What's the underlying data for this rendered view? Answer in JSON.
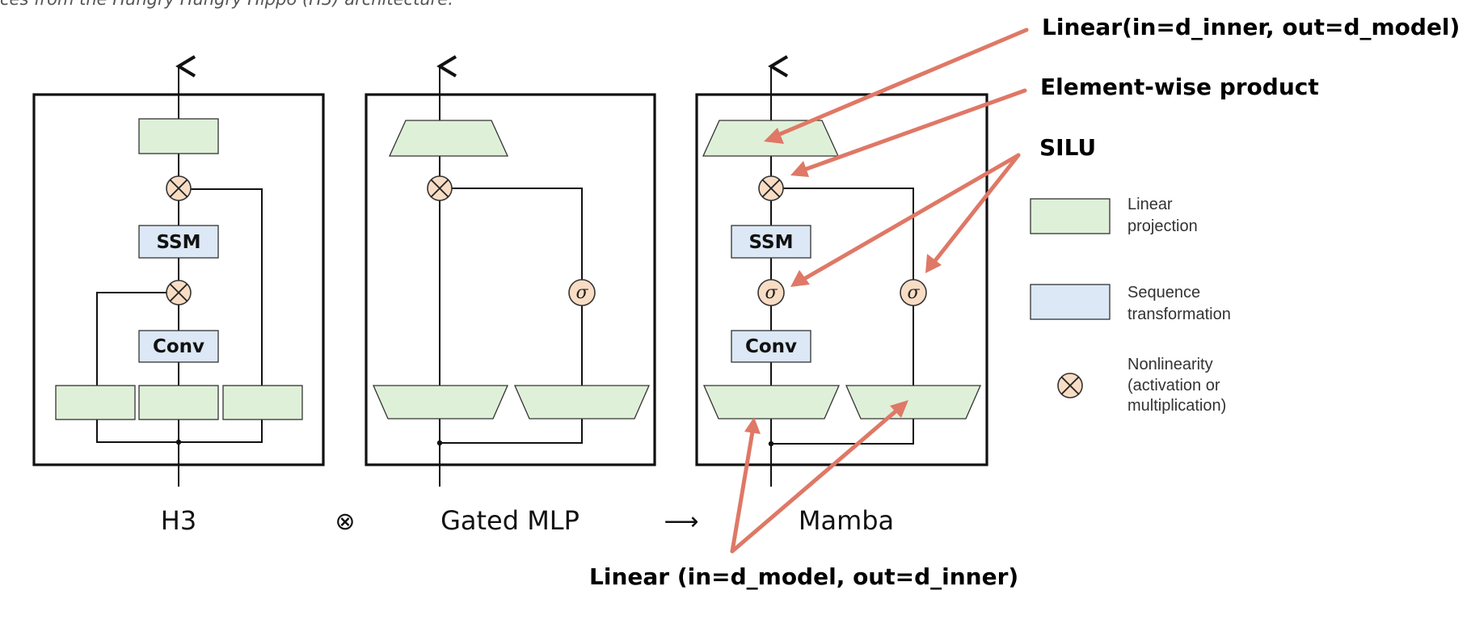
{
  "caption": "ces from the Hungry Hungry Hippo (H3) architecture.",
  "architectures": {
    "h3": {
      "label": "H3"
    },
    "gated_mlp": {
      "label": "Gated MLP"
    },
    "mamba": {
      "label": "Mamba"
    }
  },
  "operators": {
    "combine": "⊗",
    "yields": "⟶"
  },
  "blocks": {
    "ssm": "SSM",
    "conv": "Conv"
  },
  "sigma_symbol": "σ",
  "legend": {
    "linear": [
      "Linear",
      "projection"
    ],
    "sequence": [
      "Sequence",
      "transformation"
    ],
    "nonlinearity": [
      "Nonlinearity",
      "(activation or",
      "multiplication)"
    ]
  },
  "annotations": {
    "linear_out": "Linear(in=d_inner, out=d_model)",
    "elementwise": "Element-wise product",
    "silu": "SILU",
    "linear_in": "Linear (in=d_model, out=d_inner)"
  },
  "colors": {
    "linear_projection": "#dff0d8",
    "sequence_transformation": "#dce8f5",
    "nonlinearity": "#f8dcc4",
    "annotation_arrow": "#df7866"
  }
}
